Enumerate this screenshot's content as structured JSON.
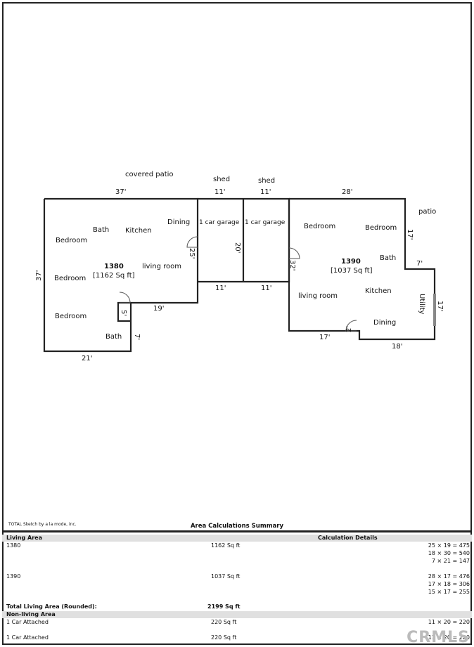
{
  "plan": {
    "top_labels": {
      "covered_patio": "covered patio",
      "shed_left": "shed",
      "shed_right": "shed",
      "patio": "patio"
    },
    "dimensions": {
      "d37_top": "37'",
      "d11_top_a": "11'",
      "d11_top_b": "11'",
      "d28_top": "28'",
      "d37_left": "37'",
      "d25": "25'",
      "d20": "20'",
      "d32": "32'",
      "d11_mid_a": "11'",
      "d11_mid_b": "11'",
      "d19": "19'",
      "d5": "5'",
      "d7_left": "7'",
      "d21": "21'",
      "d17_right": "17'",
      "d7_right": "7'",
      "d17_utility": "17'",
      "d17_bottom": "17'",
      "d2": "2'",
      "d18": "18'"
    },
    "unit_1380": {
      "id": "1380",
      "area": "[1162 Sq ft]",
      "rooms": {
        "bedroom_top": "Bedroom",
        "bath_top": "Bath",
        "kitchen": "Kitchen",
        "dining": "Dining",
        "bedroom_mid": "Bedroom",
        "living": "living room",
        "bedroom_low": "Bedroom",
        "bath_low": "Bath"
      }
    },
    "garage": {
      "left": "1 car garage",
      "right": "1 car garage"
    },
    "unit_1390": {
      "id": "1390",
      "area": "[1037 Sq ft]",
      "rooms": {
        "bedroom_left": "Bedroom",
        "bedroom_right": "Bedroom",
        "bath": "Bath",
        "living": "living room",
        "kitchen": "Kitchen",
        "utility": "Utility",
        "dining": "Dining"
      }
    }
  },
  "footer": {
    "credit": "TOTAL Sketch by a la mode, inc.",
    "summary_title": "Area Calculations Summary",
    "living_header": "Living Area",
    "calc_header": "Calculation Details",
    "living_rows": [
      {
        "name": "1380",
        "area": "1162 Sq ft",
        "calcs": [
          "25 × 19 = 475",
          "18 × 30 = 540",
          "7 × 21 = 147"
        ]
      },
      {
        "name": "1390",
        "area": "1037 Sq ft",
        "calcs": [
          "28 × 17 = 476",
          "17 × 18 = 306",
          "15 × 17 = 255"
        ]
      }
    ],
    "total_label": "Total Living Area (Rounded):",
    "total_value": "2199 Sq ft",
    "nonliving_header": "Non-living Area",
    "nonliving_rows": [
      {
        "name": "1 Car Attached",
        "area": "220 Sq ft",
        "calc": "11 × 20 = 220"
      },
      {
        "name": "1 Car Attached",
        "area": "220 Sq ft",
        "calc": "11 × 20 = 220"
      }
    ],
    "watermark": "CRMLS"
  }
}
